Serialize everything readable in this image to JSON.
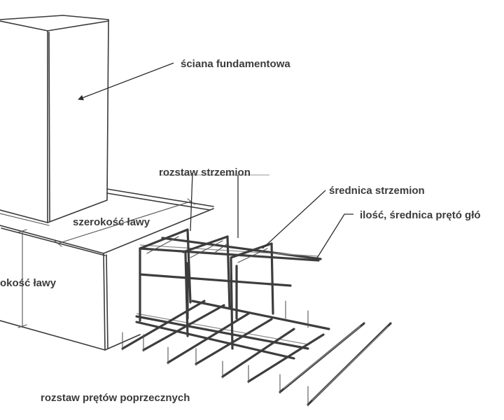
{
  "labels": {
    "wall": "ściana fundamentowa",
    "stirrup_spacing": "rozstaw strzemion",
    "stirrup_diameter": "średnica strzemion",
    "main_bars": "ilość, średnica prętó głó",
    "footing_width": "szerokość ławy",
    "footing_height": "okość ławy",
    "transverse_spacing": "rozstaw prętów poprzecznych"
  },
  "colors": {
    "ink": "#3a3a3a",
    "text": "#3b3b3b",
    "background": "#ffffff"
  }
}
